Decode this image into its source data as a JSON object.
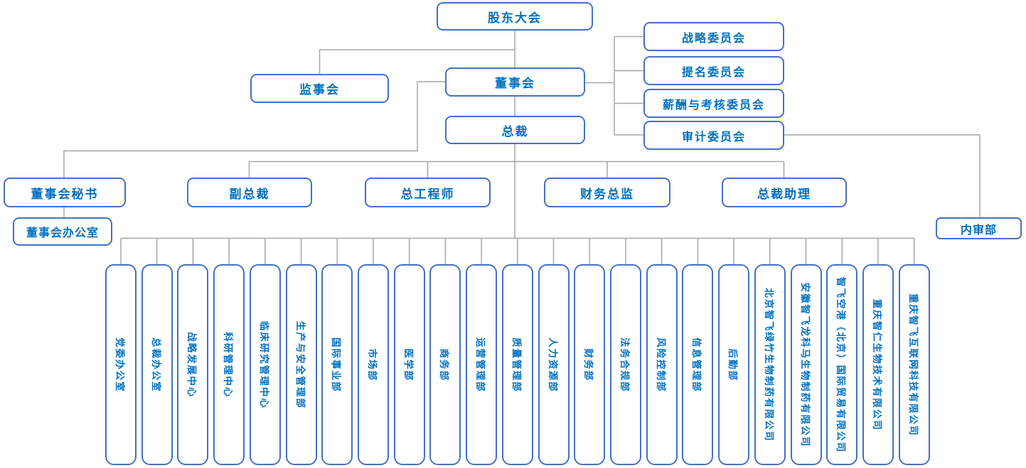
{
  "chart": {
    "type": "org-chart",
    "colors": {
      "box_border": "#4472C4",
      "box_text": "#0070C0",
      "connector_line": "#A6A6A6",
      "background": "#FFFFFF"
    },
    "nodes": {
      "shareholders": "股东大会",
      "supervisory": "监事会",
      "board": "董事会",
      "president": "总裁",
      "committees": [
        {
          "label": "战略委员会"
        },
        {
          "label": "提名委员会"
        },
        {
          "label": "薪酬与考核委员会"
        },
        {
          "label": "审计委员会"
        }
      ],
      "executives": [
        {
          "label": "董事会秘书"
        },
        {
          "label": "副总裁"
        },
        {
          "label": "总工程师"
        },
        {
          "label": "财务总监"
        },
        {
          "label": "总裁助理"
        }
      ],
      "board_office": "董事会办公室",
      "internal_audit": "内审部",
      "departments": [
        {
          "label": "党委办公室"
        },
        {
          "label": "总裁办公室"
        },
        {
          "label": "战略发展中心"
        },
        {
          "label": "科研管理中心"
        },
        {
          "label": "临床研究管理中心"
        },
        {
          "label": "生产与安全管理部"
        },
        {
          "label": "国际事业部"
        },
        {
          "label": "市场部"
        },
        {
          "label": "医学部"
        },
        {
          "label": "商务部"
        },
        {
          "label": "运营管理部"
        },
        {
          "label": "质量管理部"
        },
        {
          "label": "人力资源部"
        },
        {
          "label": "财务部"
        },
        {
          "label": "法务合规部"
        },
        {
          "label": "风险控制部"
        },
        {
          "label": "信息管理部"
        },
        {
          "label": "后勤部"
        }
      ],
      "subsidiaries": [
        {
          "label": "北京智飞绿竹生物制药有限公司"
        },
        {
          "label": "安徽智飞龙科马生物制药有限公司"
        },
        {
          "label": "智飞空港（北京）国际贸易有限公司"
        },
        {
          "label": "重庆智仁生物技术有限公司"
        },
        {
          "label": "重庆智飞互联网科技有限公司"
        }
      ]
    }
  }
}
